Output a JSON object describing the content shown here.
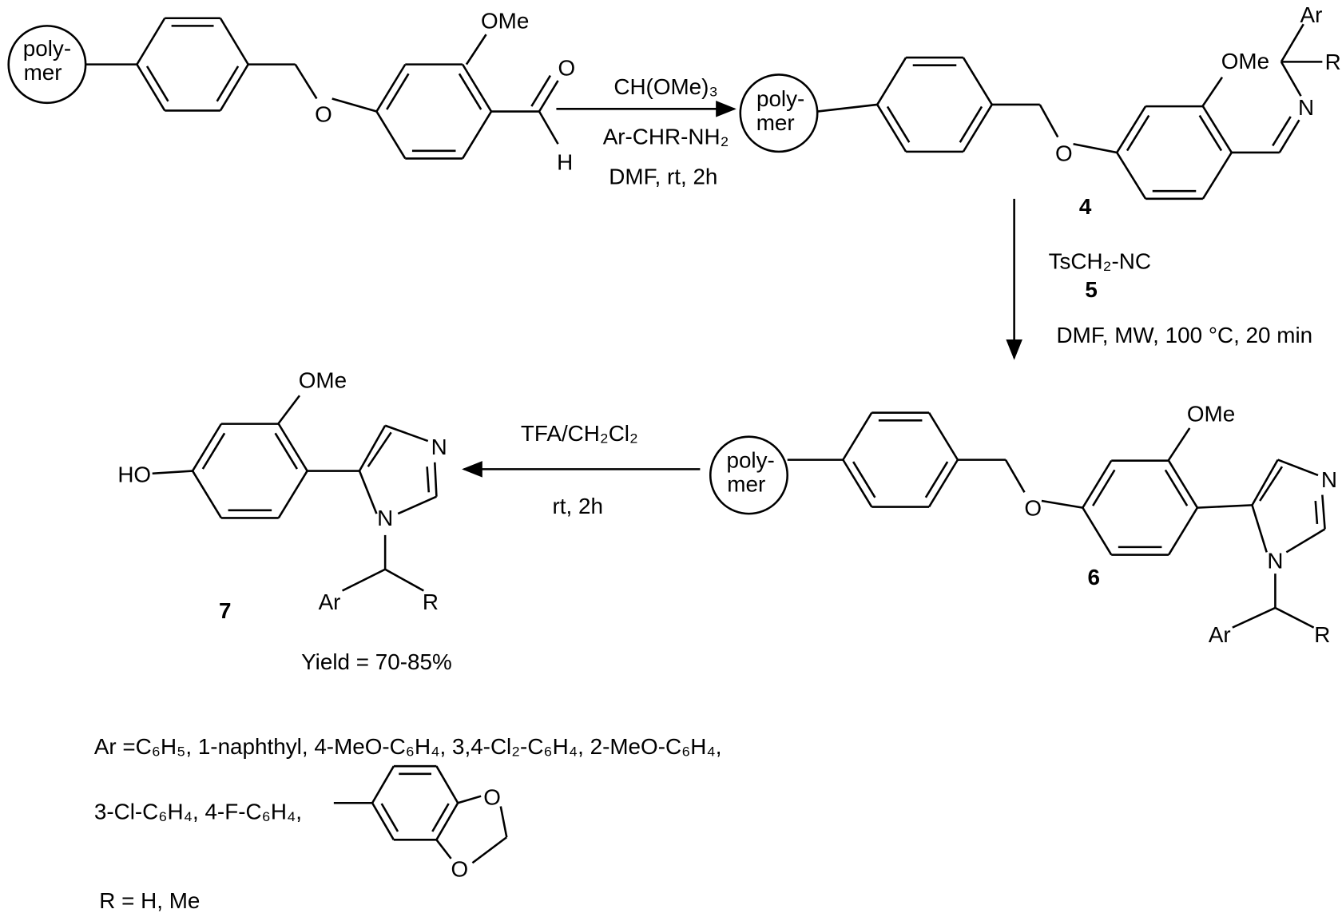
{
  "start_material": {
    "polymer_label_1": "poly-",
    "polymer_label_2": "mer",
    "ome": "OMe",
    "o": "O",
    "aldehyde_o": "O",
    "aldehyde_h": "H"
  },
  "step1": {
    "reagent": "CH(OMe)₃",
    "amine": "Ar-CHR-NH₂",
    "conditions": "DMF, rt, 2h"
  },
  "compound4": {
    "number": "4",
    "polymer_label_1": "poly-",
    "polymer_label_2": "mer",
    "ome": "OMe",
    "o": "O",
    "n": "N",
    "ar": "Ar",
    "r": "R"
  },
  "step2": {
    "reagent": "TsCH₂-NC",
    "reagent_number": "5",
    "conditions": "DMF, MW, 100 °C, 20 min"
  },
  "compound6": {
    "number": "6",
    "polymer_label_1": "poly-",
    "polymer_label_2": "mer",
    "ome": "OMe",
    "o": "O",
    "n3": "N",
    "n1": "N",
    "ar": "Ar",
    "r": "R"
  },
  "step3": {
    "reagent": "TFA/CH₂Cl₂",
    "conditions": "rt, 2h"
  },
  "compound7": {
    "number": "7",
    "ho": "HO",
    "ome": "OMe",
    "n3": "N",
    "n1": "N",
    "ar": "Ar",
    "r": "R",
    "yield": "Yield = 70-85%"
  },
  "footnote": {
    "ar_line1": "Ar =C₆H₅, 1-naphthyl, 4-MeO-C₆H₄, 3,4-Cl₂-C₆H₄,  2-MeO-C₆H₄,",
    "ar_line2": "3-Cl-C₆H₄, 4-F-C₆H₄,",
    "dioxole_o1": "O",
    "dioxole_o2": "O",
    "r_line": "R = H, Me"
  }
}
